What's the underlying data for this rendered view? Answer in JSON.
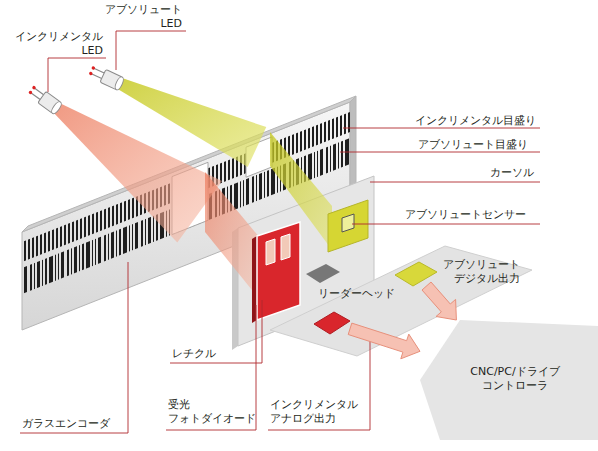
{
  "diagram": {
    "nodes": [
      {
        "text": [
          "アブソリュート デジタル出力"
        ]
      },
      {
        "text": [
          "インクリメンタル アナログ出力"
        ]
      },
      {
        "text": [
          "CNC/PC/ドライブ コントローラ"
        ]
      }
    ],
    "edges": [
      {
        "from": 0,
        "to": 2,
        "arrow": "to"
      },
      {
        "from": 1,
        "to": 2,
        "arrow": "to"
      }
    ],
    "labels": [
      "アブソリュート LED",
      "インクリメンタル LED",
      "インクリメンタル目盛り",
      "アブソリュート目盛り",
      "カーソル",
      "アブソリュートセンサー",
      "リーダーヘッド",
      "レチクル",
      "受光 フォトダイオード",
      "ガラスエンコーダ"
    ]
  }
}
